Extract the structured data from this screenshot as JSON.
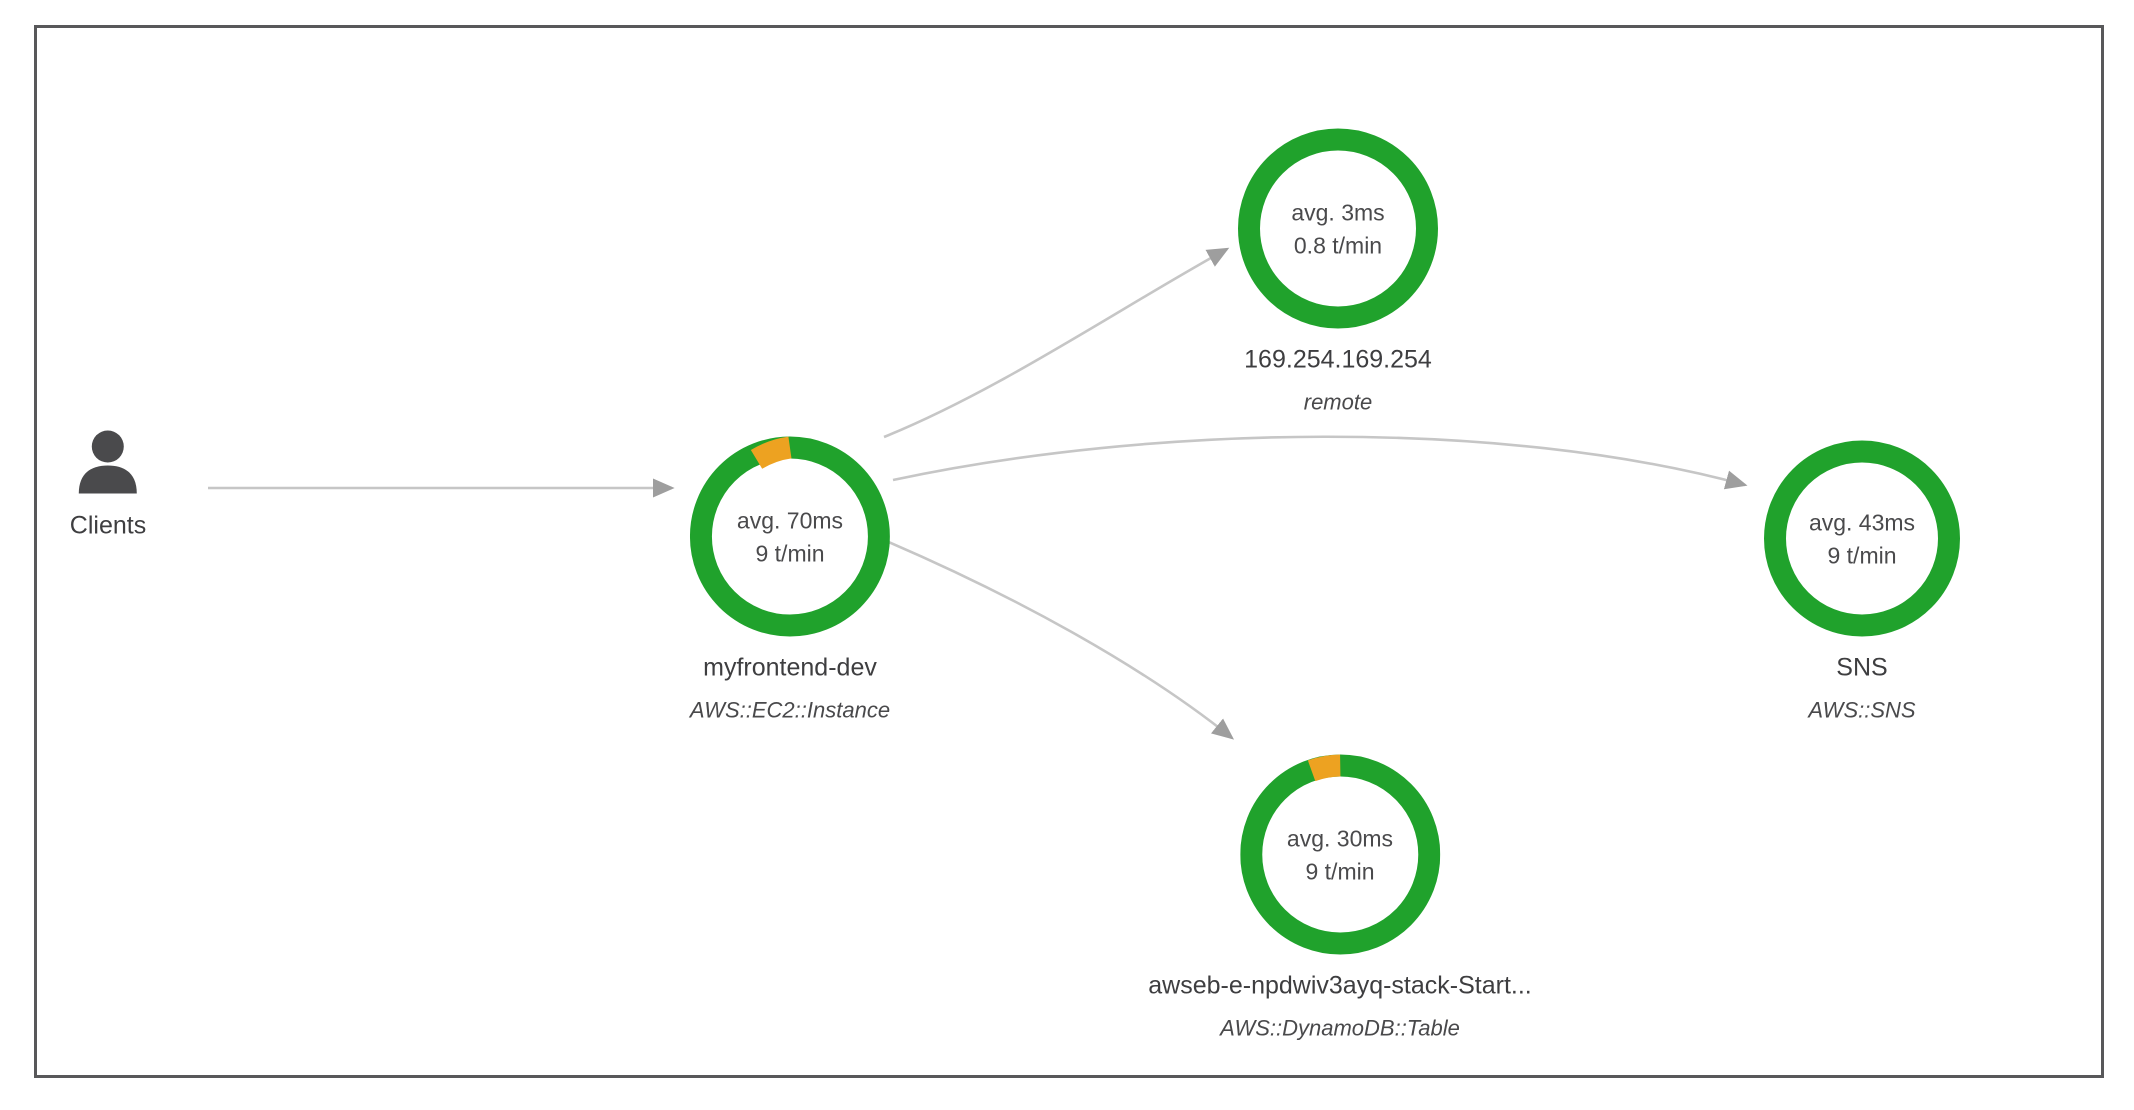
{
  "panel": {
    "border_color": "#58585a",
    "background": "#ffffff"
  },
  "theme": {
    "ok_color": "#20a22c",
    "warn_color": "#eda221",
    "edge_color": "#bdbdbd",
    "text_color": "#3e3e40",
    "client_icon_color": "#4a4a4c"
  },
  "graph": {
    "type": "service-map",
    "clients": {
      "label": "Clients",
      "icon": "user-icon"
    },
    "nodes": [
      {
        "id": "myfrontend-dev",
        "label": "myfrontend-dev",
        "type": "AWS::EC2::Instance",
        "avg_latency": "avg. 70ms",
        "throughput": "9 t/min",
        "health": {
          "ok_pct": 91,
          "warn_pct": 9,
          "error_pct": 0
        }
      },
      {
        "id": "169.254.169.254",
        "label": "169.254.169.254",
        "type": "remote",
        "avg_latency": "avg. 3ms",
        "throughput": "0.8 t/min",
        "health": {
          "ok_pct": 100,
          "warn_pct": 0,
          "error_pct": 0
        }
      },
      {
        "id": "SNS",
        "label": "SNS",
        "type": "AWS::SNS",
        "avg_latency": "avg. 43ms",
        "throughput": "9 t/min",
        "health": {
          "ok_pct": 100,
          "warn_pct": 0,
          "error_pct": 0
        }
      },
      {
        "id": "dynamodb-table",
        "label": "awseb-e-npdwiv3ayq-stack-Start...",
        "type": "AWS::DynamoDB::Table",
        "avg_latency": "avg. 30ms",
        "throughput": "9 t/min",
        "health": {
          "ok_pct": 93,
          "warn_pct": 7,
          "error_pct": 0
        }
      }
    ],
    "edges": [
      {
        "from": "Clients",
        "to": "myfrontend-dev"
      },
      {
        "from": "myfrontend-dev",
        "to": "169.254.169.254"
      },
      {
        "from": "myfrontend-dev",
        "to": "SNS"
      },
      {
        "from": "myfrontend-dev",
        "to": "dynamodb-table"
      }
    ]
  }
}
